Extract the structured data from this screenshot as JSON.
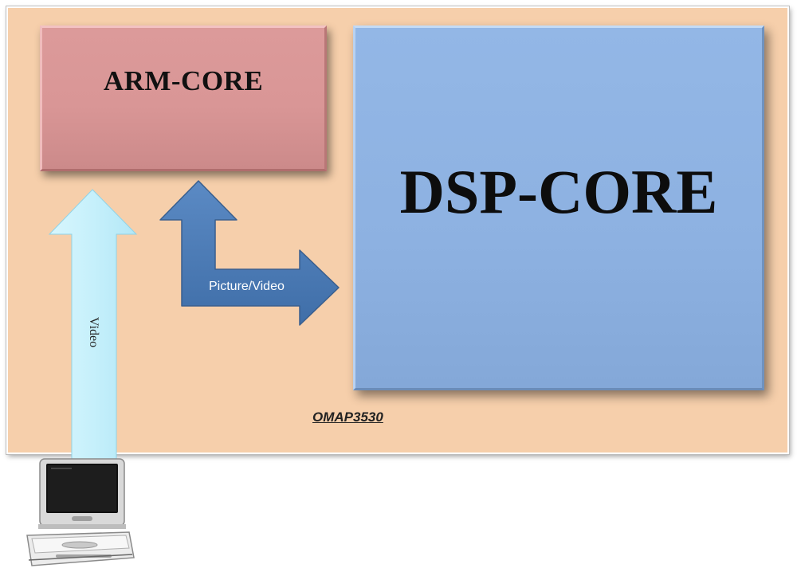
{
  "diagram": {
    "chip_label": "OMAP3530",
    "arm_core_label": "ARM-CORE",
    "dsp_core_label": "DSP-CORE",
    "video_arrow_label": "Video",
    "picture_video_arrow_label": "Picture/Video"
  },
  "colors": {
    "board": "#f6cfab",
    "arm_core": "#d99696",
    "dsp_core": "#8db1e1",
    "video_arrow": "#c6f0fb",
    "picture_video_arrow": "#4a7ab5"
  },
  "icons": {
    "player": "portable-dvd-player-icon"
  }
}
